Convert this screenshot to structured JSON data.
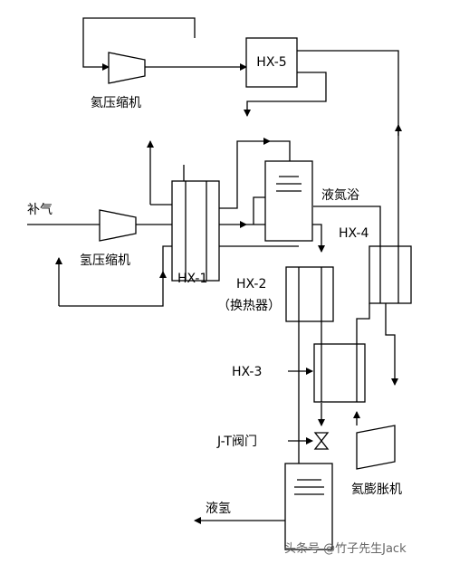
{
  "labels": {
    "hx5": "HX-5",
    "helium_compressor": "氦压缩机",
    "hydrogen_compressor": "氢压缩机",
    "makeup_gas": "补气",
    "liquid_nitrogen_bath": "液氮浴",
    "hx1": "HX-1",
    "hx2": "HX-2",
    "hx2_sub": "（换热器）",
    "hx3": "HX-3",
    "hx4": "HX-4",
    "jt_valve": "J-T阀门",
    "helium_expander": "氦膨胀机",
    "liquid_hydrogen": "液氢"
  },
  "watermark": "头条号 @竹子先生Jack"
}
